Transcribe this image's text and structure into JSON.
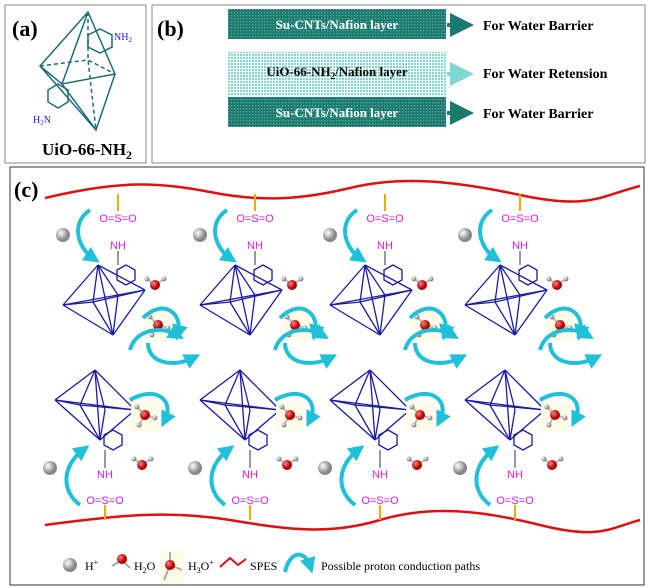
{
  "panel_a": {
    "label": "(a)",
    "nh2_top": "NH",
    "nh2_bottom": "H",
    "nh2_bottom_n": "N",
    "sub2": "2",
    "caption": "UiO-66-NH",
    "caption_sub": "2"
  },
  "panel_b": {
    "label": "(b)",
    "layers": [
      {
        "text": "Su-CNTs/Nafion layer",
        "sub": "",
        "tail": "",
        "role": "For Water Barrier"
      },
      {
        "text": "UiO-66-NH",
        "sub": "2",
        "tail": "/Nafion layer",
        "role": "For Water Retension"
      },
      {
        "text": "Su-CNTs/Nafion layer",
        "sub": "",
        "tail": "",
        "role": "For Water Barrier"
      }
    ]
  },
  "panel_c": {
    "label": "(c)",
    "sulfonyl": "O=S=O",
    "amine": "NH"
  },
  "legend": {
    "h_plus": "H",
    "h_plus_sup": "+",
    "h2o": "H",
    "h2o_sub": "2",
    "h2o_tail": "O",
    "h3o": "H",
    "h3o_sub": "3",
    "h3o_tail": "O",
    "h3o_sup": "+",
    "spes": "SPES",
    "paths": "Possible proton conduction paths"
  },
  "colors": {
    "frame": "#0d5c5a",
    "barrier": "#1a7a6e",
    "retention": "#7fd8d2",
    "mof": "#1a1aa8",
    "sulfonyl": "#e020e0",
    "spes": "#e01010",
    "linker": "#f5a800",
    "path": "#20c0d8",
    "oxygen": "#d81010"
  }
}
